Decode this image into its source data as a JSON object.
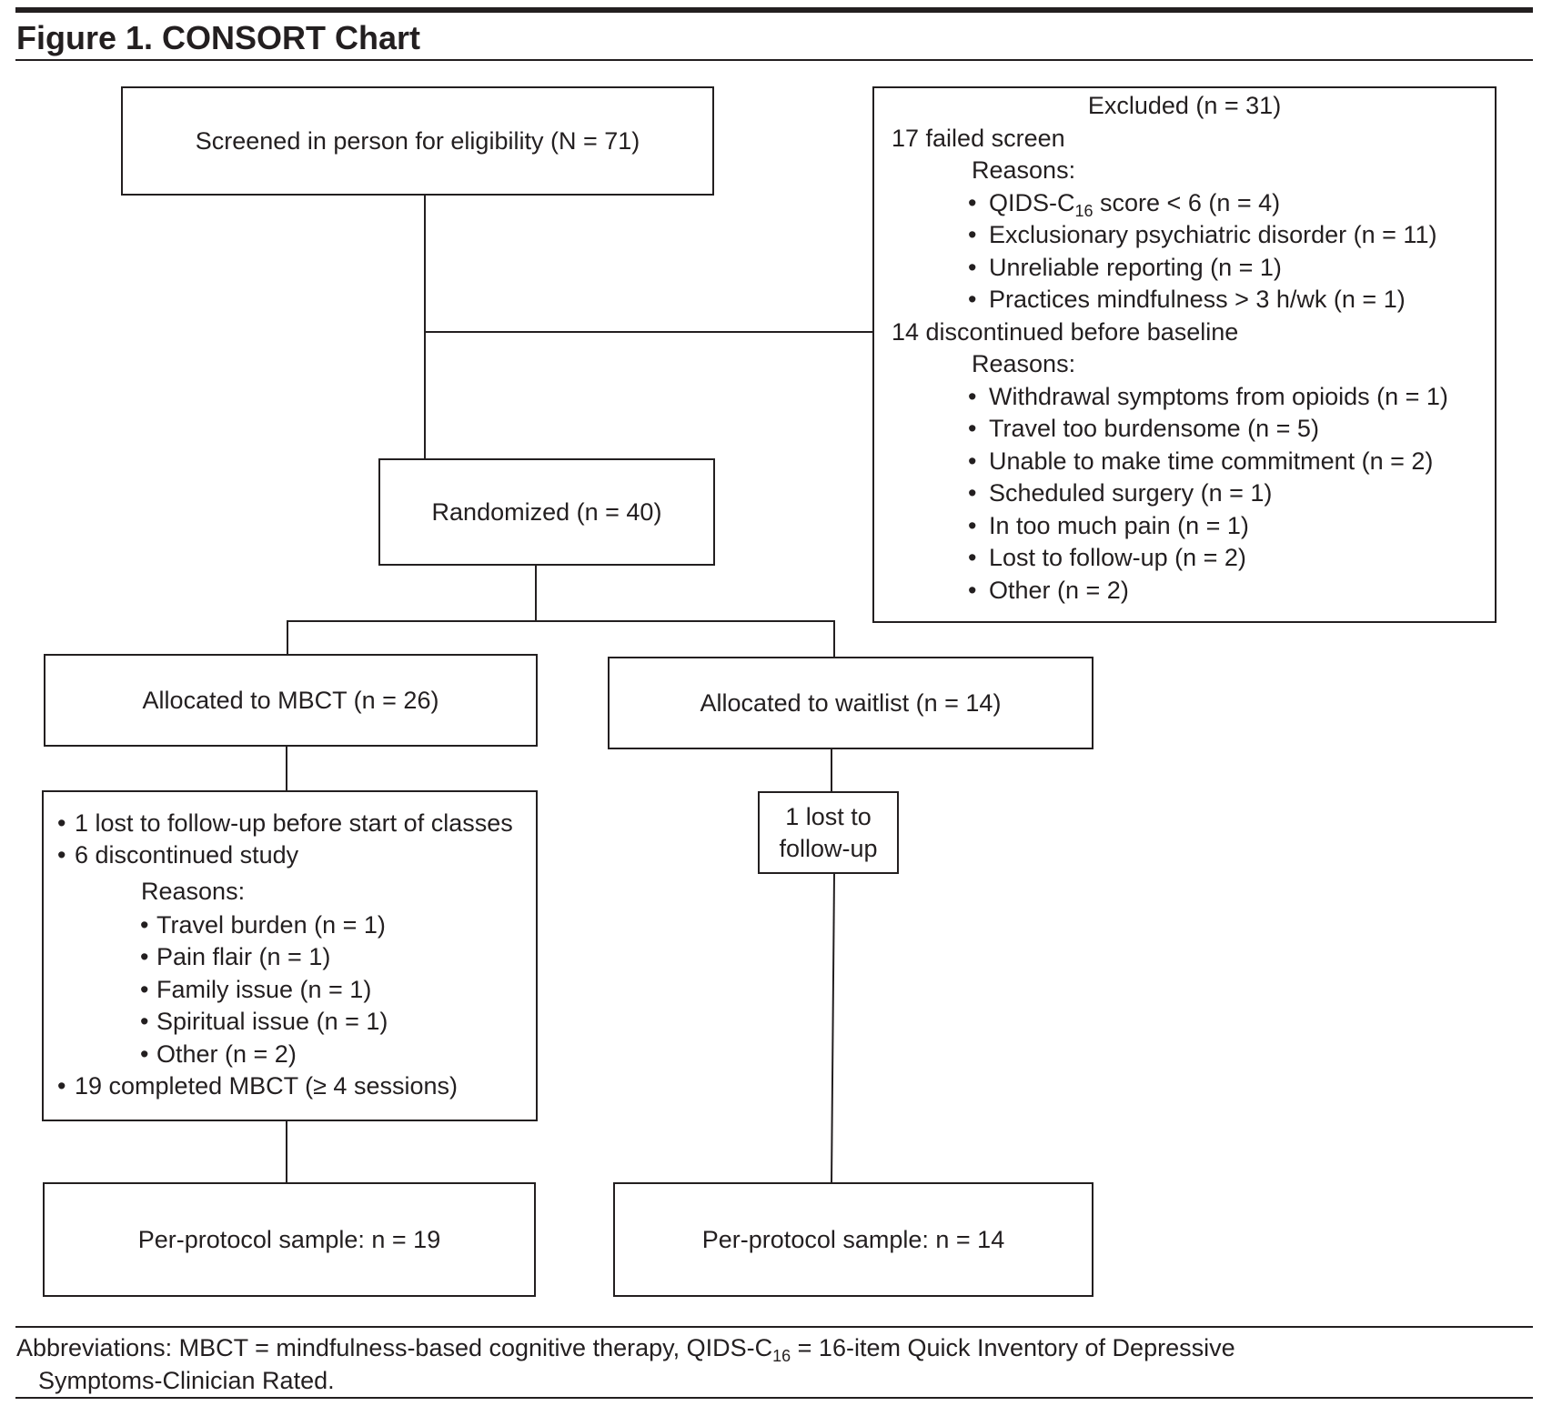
{
  "figure": {
    "title": "Figure 1. CONSORT Chart"
  },
  "boxes": {
    "screened": "Screened in person for eligibility (N = 71)",
    "randomized": "Randomized (n = 40)",
    "mbct": "Allocated to MBCT (n = 26)",
    "waitlist": "Allocated to waitlist (n = 14)",
    "lost_waitlist_line1": "1 lost to",
    "lost_waitlist_line2": "follow-up",
    "pp_mbct": "Per-protocol sample: n = 19",
    "pp_waitlist": "Per-protocol sample: n = 14"
  },
  "excluded": {
    "header": "Excluded (n = 31)",
    "failed": "17 failed screen",
    "reasons_label_1": "Reasons:",
    "failed_reasons": [
      {
        "pre": "QIDS-C",
        "sub": "16",
        "post": " score < 6 (n = 4)"
      },
      {
        "pre": "Exclusionary psychiatric disorder (n = 11)"
      },
      {
        "pre": "Unreliable reporting (n = 1)"
      },
      {
        "pre": "Practices mindfulness > 3 h/wk (n = 1)"
      }
    ],
    "discontinued": "14 discontinued before baseline",
    "reasons_label_2": "Reasons:",
    "discontinued_reasons": [
      "Withdrawal symptoms from opioids (n = 1)",
      "Travel too burdensome (n = 5)",
      "Unable to make time commitment (n = 2)",
      "Scheduled surgery (n = 1)",
      "In too much pain (n = 1)",
      "Lost to follow-up (n = 2)",
      "Other (n = 2)"
    ]
  },
  "mbct_followup": {
    "items": [
      "1 lost to follow-up before start of classes",
      "6 discontinued study"
    ],
    "reasons_label": "Reasons:",
    "reasons": [
      "Travel burden (n = 1)",
      "Pain flair (n = 1)",
      "Family issue (n = 1)",
      "Spiritual issue (n = 1)",
      "Other (n = 2)"
    ],
    "completed": "19 completed MBCT (≥ 4 sessions)"
  },
  "footnote": {
    "line1_a": "Abbreviations: MBCT = mindfulness-based cognitive therapy, QIDS-C",
    "line1_sub": "16",
    "line1_b": " = 16-item Quick Inventory of Depressive",
    "line2": "Symptoms-Clinician Rated."
  },
  "bullet": "•"
}
